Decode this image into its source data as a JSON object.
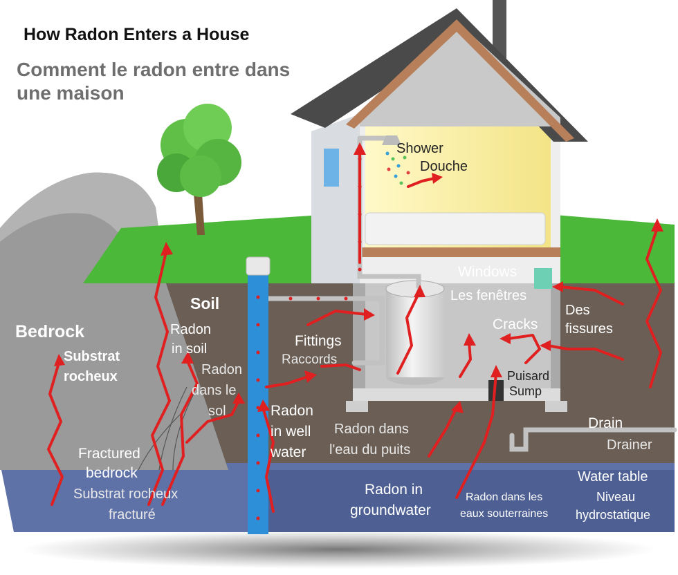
{
  "title": {
    "en": "How Radon Enters a House",
    "fr": "Comment le radon entre dans une maison"
  },
  "labels": {
    "shower_en": "Shower",
    "shower_fr": "Douche",
    "windows_en": "Windows",
    "windows_fr": "Les fenêtres",
    "cracks_en": "Cracks",
    "cracks_fr_1": "Des",
    "cracks_fr_2": "fissures",
    "soil_en": "Soil",
    "radon_soil_en_1": "Radon",
    "radon_soil_en_2": "in soil",
    "radon_soil_fr_1": "Radon",
    "radon_soil_fr_2": "dans le",
    "radon_soil_fr_3": "sol",
    "bedrock_en": "Bedrock",
    "bedrock_fr_1": "Substrat",
    "bedrock_fr_2": "rocheux",
    "fittings_en": "Fittings",
    "fittings_fr": "Raccords",
    "sump_fr": "Puisard",
    "sump_en": "Sump",
    "well_en_1": "Radon",
    "well_en_2": "in well",
    "well_en_3": "water",
    "well_fr_1": "Radon dans",
    "well_fr_2": "l'eau du puits",
    "drain_en": "Drain",
    "drain_fr": "Drainer",
    "fractured_en_1": "Fractured",
    "fractured_en_2": "bedrock",
    "fractured_fr_1": "Substrat rocheux",
    "fractured_fr_2": "fracturé",
    "groundwater_en_1": "Radon in",
    "groundwater_en_2": "groundwater",
    "groundwater_fr_1": "Radon dans les",
    "groundwater_fr_2": "eaux souterraines",
    "watertable_en": "Water table",
    "watertable_fr_1": "Niveau",
    "watertable_fr_2": "hydrostatique"
  },
  "colors": {
    "radon_arrow": "#e02020",
    "grass": "#4cb83a",
    "soil": "#6b5e55",
    "bedrock": "#9a9a9a",
    "groundwater": "#5e72a8",
    "well_water": "#2d8fd8",
    "roof": "#4a4a4a",
    "roof_trim": "#b8805a",
    "room_light": "#f7eea0"
  }
}
